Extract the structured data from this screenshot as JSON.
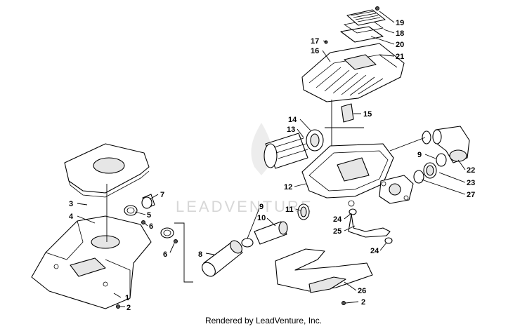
{
  "watermark": "LEADVENTURE",
  "footer": "Rendered by LeadVenture, Inc.",
  "callouts": [
    "1",
    "2",
    "2",
    "3",
    "4",
    "5",
    "6",
    "6",
    "7",
    "8",
    "9",
    "9",
    "10",
    "11",
    "12",
    "13",
    "14",
    "15",
    "16",
    "17",
    "18",
    "19",
    "20",
    "21",
    "22",
    "23",
    "24",
    "24",
    "25",
    "26",
    "27"
  ]
}
